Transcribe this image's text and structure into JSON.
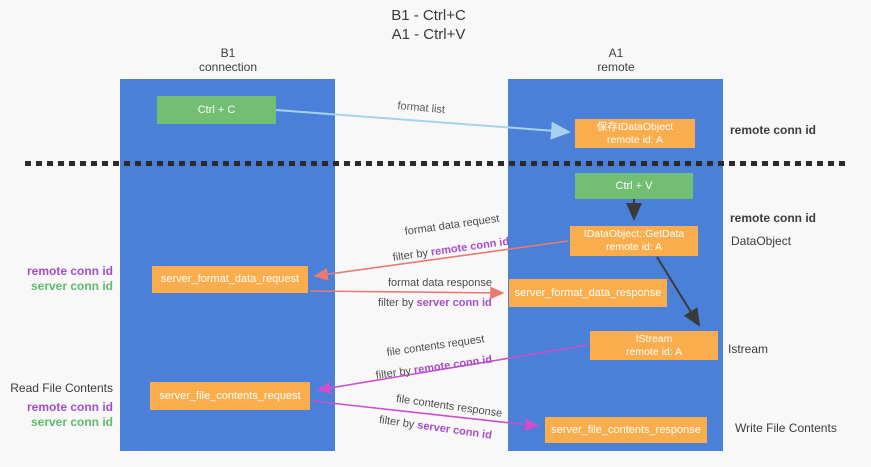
{
  "title": {
    "line1": "B1 - Ctrl+C",
    "line2": "A1 - Ctrl+V"
  },
  "lanes": {
    "left": {
      "name": "B1",
      "role": "connection"
    },
    "right": {
      "name": "A1",
      "role": "remote"
    }
  },
  "boxes": {
    "ctrl_c": {
      "label": "Ctrl + C"
    },
    "save_idataobject": {
      "line1": "保存IDataObject",
      "line2": "remote id: A"
    },
    "ctrl_v": {
      "label": "Ctrl + V"
    },
    "getdata": {
      "line1": "IDataObject::GetData",
      "line2": "remote id: A"
    },
    "format_request": {
      "label": "server_format_data_request"
    },
    "format_response": {
      "label": "server_format_data_response"
    },
    "istream": {
      "line1": "IStream",
      "line2": "remote id: A"
    },
    "file_request": {
      "label": "server_file_contents_request"
    },
    "file_response": {
      "label": "server_file_contents_response"
    }
  },
  "arrow_labels": {
    "format_list": "format list",
    "format_data_request": "format data request",
    "format_data_response": "format data response",
    "file_contents_request": "file contents request",
    "file_contents_response": "file contents response",
    "filter_by": "filter by",
    "remote_conn_id": "remote conn id",
    "server_conn_id": "server conn id"
  },
  "side_labels": {
    "remote_conn_id_top": "remote conn id",
    "remote_conn_id_mid": "remote conn id",
    "dataobject": "DataObject",
    "istream": "Istream",
    "write_file_contents": "Write File Contents",
    "read_file_contents": "Read File Contents",
    "left_remote_conn_id": "remote conn id",
    "left_server_conn_id": "server conn id",
    "left_remote_conn_id2": "remote conn id",
    "left_server_conn_id2": "server conn id"
  },
  "colors": {
    "lane_blue": "#4a80d8",
    "green_box": "#72bf74",
    "orange_box": "#f9ad4d",
    "purple_text": "#a64dc6",
    "green_text": "#5dbb6b",
    "red_arrow": "#e87a72",
    "magenta_arrow": "#cc4fcc",
    "light_blue_arrow": "#a6d2ee",
    "black_arrow": "#3a3a3a"
  }
}
